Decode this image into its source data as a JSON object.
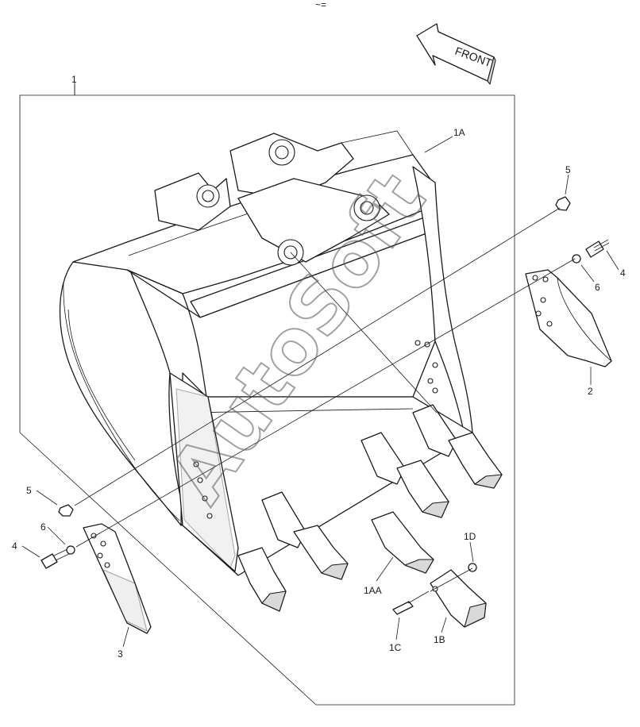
{
  "front_arrow": {
    "label": "FRONT"
  },
  "watermark": {
    "text": "AutoSoft"
  },
  "top_mark": {
    "text": "~="
  },
  "callouts": {
    "item_1": "1",
    "item_1A": "1A",
    "item_1AA": "1AA",
    "item_1B": "1B",
    "item_1C": "1C",
    "item_1D": "1D",
    "item_2": "2",
    "item_3": "3",
    "item_4_right": "4",
    "item_4_left": "4",
    "item_5_right": "5",
    "item_5_left": "5",
    "item_6_right": "6",
    "item_6_left": "6"
  }
}
